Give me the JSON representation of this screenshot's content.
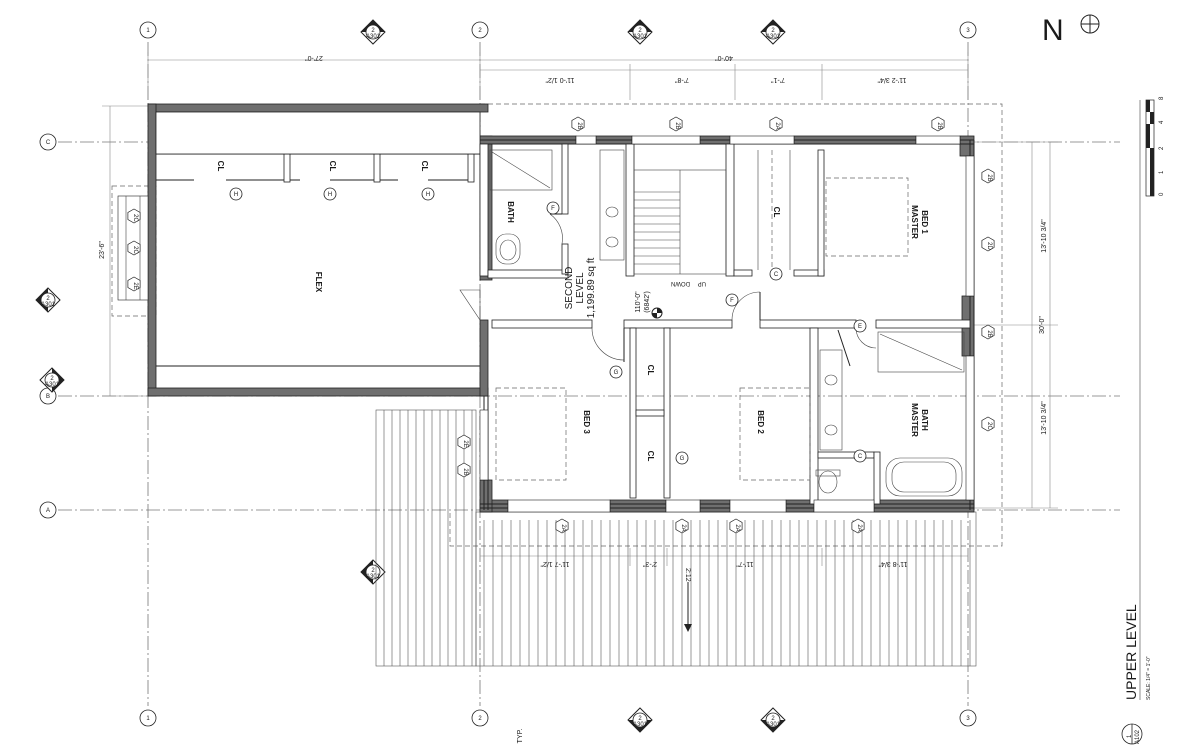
{
  "rooms": {
    "flex": "FLEX",
    "bath": "BATH",
    "closet": "CL",
    "master_bed_1": [
      "MASTER",
      "BED 1"
    ],
    "master_bath": [
      "MASTER",
      "BATH"
    ],
    "bed3": "BED 3",
    "bed2": "BED 2"
  },
  "level_area": [
    "SECOND",
    "LEVEL",
    "1,199.89 sq ft"
  ],
  "elevation": [
    "110'-0\"",
    "(6842')"
  ],
  "stair": {
    "up": "UP",
    "down": "DOWN"
  },
  "dimensions": {
    "top_overall_1": "27'-0\"",
    "top_overall_2": "40'-0\"",
    "top_seg_1": "11'-0 1/2\"",
    "top_seg_2": "7'-8\"",
    "top_seg_3": "7'-1\"",
    "top_seg_4": "11'-2 3/4\"",
    "left": "23'-6\"",
    "right_upper": "13'-10 3/4\"",
    "right_lower": "13'-10 3/4\"",
    "right_overall": "30'-0\"",
    "bottom_seg_1": "11'-7 1/2\"",
    "bottom_seg_2": "2'-3\"",
    "bottom_seg_3": "11'-7\"",
    "bottom_seg_4": "11'-8 3/4\""
  },
  "deck_slope": "2:12",
  "typ": "TYP.",
  "grid_labels": {
    "col_1": "1",
    "col_2": "2",
    "col_3": "3",
    "row_c": "C",
    "row_b": "B",
    "row_a": "A"
  },
  "door_tags": {
    "f": "F",
    "g": "G",
    "h": "H",
    "c": "C",
    "e": "E"
  },
  "section_ref": {
    "sheet": "A301",
    "num": "2"
  },
  "window_tags": {
    "w1": "2B",
    "w2": "2B",
    "w3": "2A",
    "w4": "2B",
    "w5": "2B",
    "w6": "2D",
    "w7": "2B",
    "w8": "2C",
    "w9": "2C",
    "w10": "2C",
    "w11": "2E",
    "w12": "2E",
    "w13": "2B",
    "w14": "2A",
    "w15": "2A",
    "w16": "2A",
    "w17": "2A"
  },
  "north": "N",
  "title_block": {
    "title": "UPPER LEVEL",
    "scale": "SCALE: 1/4\" = 1'-0\"",
    "number": "1",
    "sheet": "A102"
  },
  "scale_bar": [
    "0",
    "1",
    "2",
    "4",
    "8"
  ]
}
